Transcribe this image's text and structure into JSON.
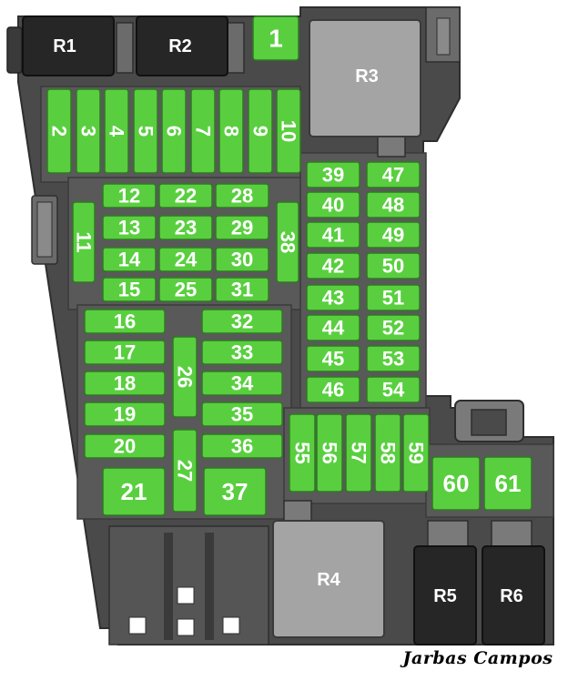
{
  "colors": {
    "fuse_fill": "#59cf3f",
    "fuse_border": "#2f7a22",
    "housing": "#4a4a4a",
    "housing_light": "#6b6b6b",
    "relay_light": "#a4a4a4",
    "relay_dark": "#262626",
    "text": "#ffffff"
  },
  "relays": {
    "R1": "R1",
    "R2": "R2",
    "R3": "R3",
    "R4": "R4",
    "R5": "R5",
    "R6": "R6"
  },
  "fuses": {
    "f1": "1",
    "f2": "2",
    "f3": "3",
    "f4": "4",
    "f5": "5",
    "f6": "6",
    "f7": "7",
    "f8": "8",
    "f9": "9",
    "f10": "10",
    "f11": "11",
    "f12": "12",
    "f13": "13",
    "f14": "14",
    "f15": "15",
    "f16": "16",
    "f17": "17",
    "f18": "18",
    "f19": "19",
    "f20": "20",
    "f21": "21",
    "f22": "22",
    "f23": "23",
    "f24": "24",
    "f25": "25",
    "f26": "26",
    "f27": "27",
    "f28": "28",
    "f29": "29",
    "f30": "30",
    "f31": "31",
    "f32": "32",
    "f33": "33",
    "f34": "34",
    "f35": "35",
    "f36": "36",
    "f37": "37",
    "f38": "38",
    "f39": "39",
    "f40": "40",
    "f41": "41",
    "f42": "42",
    "f43": "43",
    "f44": "44",
    "f45": "45",
    "f46": "46",
    "f47": "47",
    "f48": "48",
    "f49": "49",
    "f50": "50",
    "f51": "51",
    "f52": "52",
    "f53": "53",
    "f54": "54",
    "f55": "55",
    "f56": "56",
    "f57": "57",
    "f58": "58",
    "f59": "59",
    "f60": "60",
    "f61": "61"
  },
  "signature": "Jarbas Campos"
}
